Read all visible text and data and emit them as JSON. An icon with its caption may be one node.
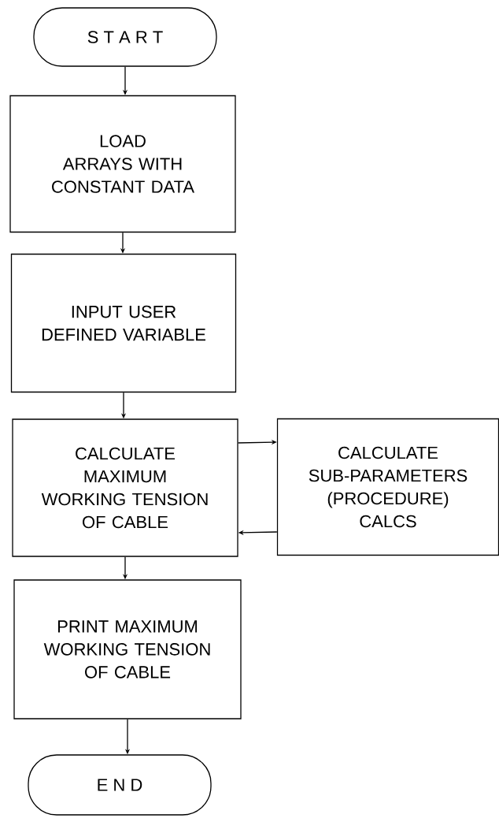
{
  "diagram": {
    "nodes": [
      {
        "text": [
          "S T A R T"
        ]
      },
      {
        "text": [
          "LOAD ARRAYS WITH CONSTANT DATA"
        ]
      },
      {
        "text": [
          "INPUT USER DEFINED VARIABLE"
        ]
      },
      {
        "text": [
          "CALCULATE MAXIMUM WORKING TENSION OF CABLE"
        ]
      },
      {
        "text": [
          "CALCULATE SUB-PARAMETERS (PROCEDURE) CALCS"
        ]
      },
      {
        "text": [
          "PRINT MAXIMUM WORKING TENSION OF CABLE"
        ]
      },
      {
        "text": [
          "E N D"
        ]
      }
    ],
    "edges": [
      {
        "from": 0,
        "to": 1,
        "arrow": "to"
      },
      {
        "from": 1,
        "to": 2,
        "arrow": "to"
      },
      {
        "from": 2,
        "to": 3,
        "arrow": "to"
      },
      {
        "from": 3,
        "to": 4,
        "arrow": "to"
      },
      {
        "from": 4,
        "to": 3,
        "arrow": "to"
      },
      {
        "from": 3,
        "to": 5,
        "arrow": "to"
      },
      {
        "from": 5,
        "to": 6,
        "arrow": "to"
      }
    ]
  }
}
